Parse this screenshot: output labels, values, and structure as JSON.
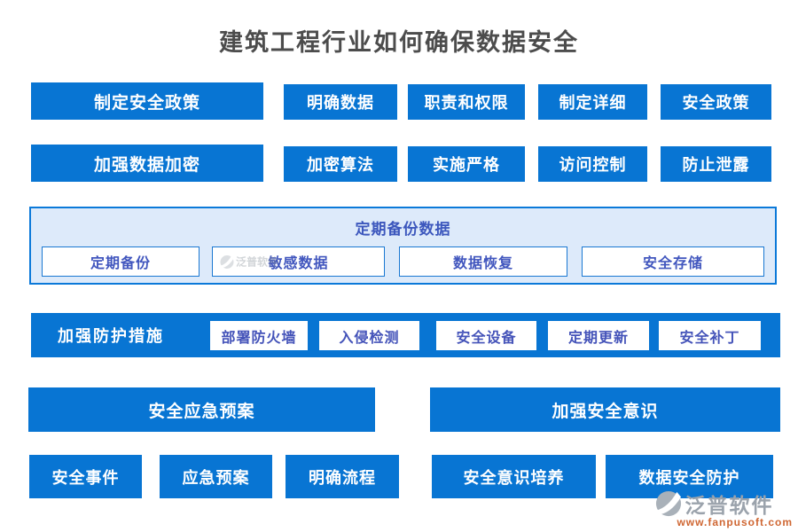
{
  "page": {
    "title": "建筑工程行业如何确保数据安全"
  },
  "colors": {
    "primary_blue": "#0875d3",
    "panel_background": "#ddeafa",
    "panel_border": "#0b79d9",
    "chip_text_blue": "#4156be",
    "title_gray": "#4c4c4c",
    "brand_gray": "#9ba3ac",
    "brand_orange": "#cf6632"
  },
  "row1": {
    "lead": "制定安全政策",
    "items": [
      "明确数据",
      "职责和权限",
      "制定详细",
      "安全政策"
    ]
  },
  "row2": {
    "lead": "加强数据加密",
    "items": [
      "加密算法",
      "实施严格",
      "访问控制",
      "防止泄露"
    ]
  },
  "backup_panel": {
    "title": "定期备份数据",
    "items": [
      "定期备份",
      "敏感数据",
      "数据恢复",
      "安全存储"
    ]
  },
  "protection_bar": {
    "lead": "加强防护措施",
    "items": [
      "部署防火墙",
      "入侵检测",
      "安全设备",
      "定期更新",
      "安全补丁"
    ]
  },
  "emergency_section": {
    "header": "安全应急预案",
    "items": [
      "安全事件",
      "应急预案",
      "明确流程"
    ]
  },
  "awareness_section": {
    "header": "加强安全意识",
    "items": [
      "安全意识培养",
      "数据安全防护"
    ]
  },
  "brand": {
    "name": "泛普软件",
    "website": "www.fanpusoft.com",
    "watermark": "泛普软件"
  }
}
